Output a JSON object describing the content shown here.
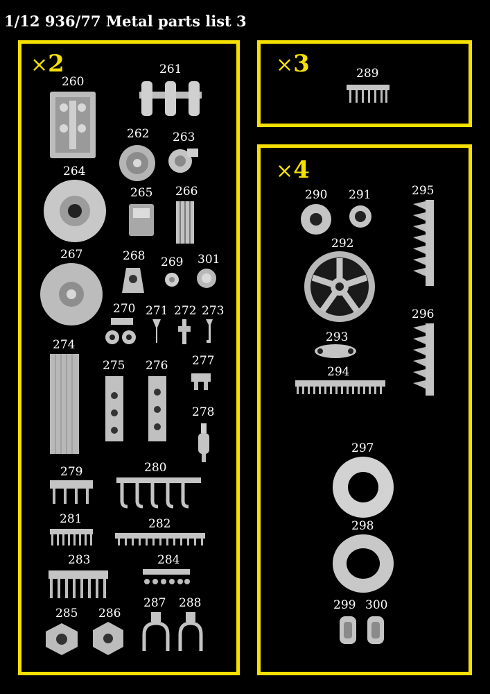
{
  "title": "1/12  936/77  Metal parts list 3",
  "colors": {
    "frame": "#f5e000",
    "background": "#000000",
    "metal": "#c8c8c8"
  },
  "groups": [
    {
      "multiplier_sign": "×",
      "multiplier_value": "2",
      "parts": [
        "260",
        "261",
        "262",
        "263",
        "264",
        "265",
        "266",
        "267",
        "268",
        "269",
        "301",
        "270",
        "271",
        "272",
        "273",
        "274",
        "275",
        "276",
        "277",
        "278",
        "279",
        "280",
        "281",
        "282",
        "283",
        "284",
        "285",
        "286",
        "287",
        "288"
      ]
    },
    {
      "multiplier_sign": "×",
      "multiplier_value": "3",
      "parts": [
        "289"
      ]
    },
    {
      "multiplier_sign": "×",
      "multiplier_value": "4",
      "parts": [
        "290",
        "291",
        "292",
        "293",
        "294",
        "295",
        "296",
        "297",
        "298",
        "299",
        "300"
      ]
    }
  ]
}
